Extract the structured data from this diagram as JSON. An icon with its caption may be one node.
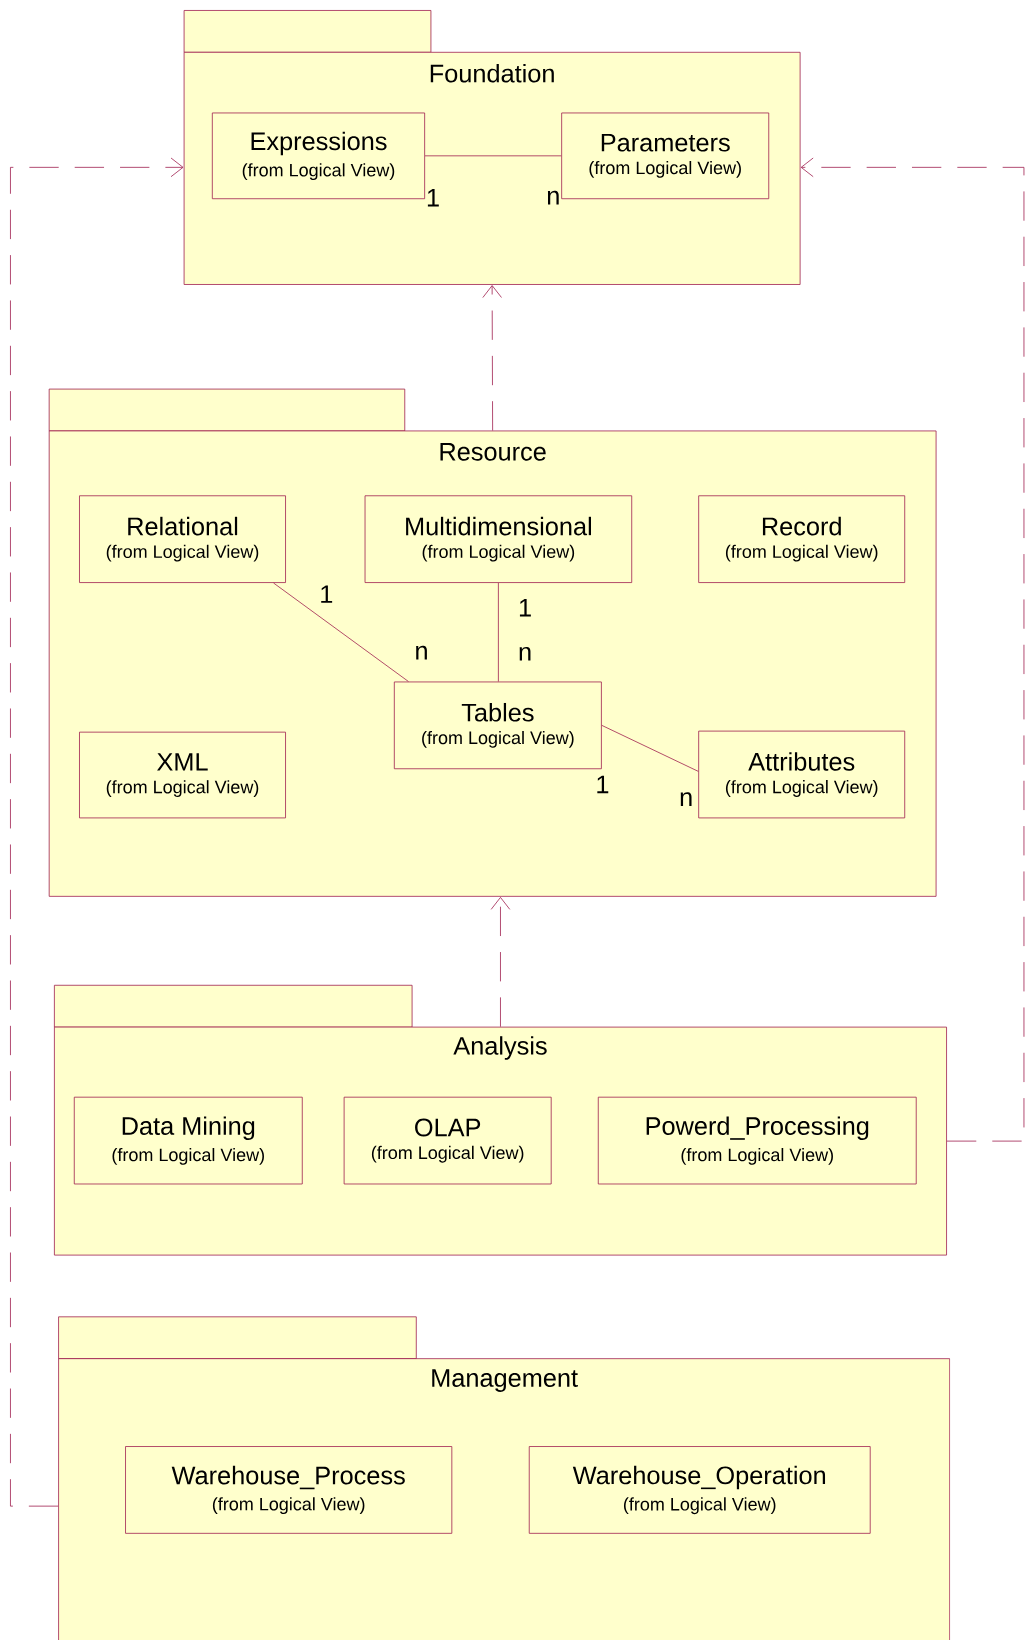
{
  "diagram": {
    "nodes": [
      {
        "text": [
          "Foundation"
        ]
      },
      {
        "text": [
          "Expressions",
          "(from Logical View)"
        ],
        "in": 0
      },
      {
        "text": [
          "Parameters",
          "(from Logical View)"
        ],
        "in": 0
      },
      {
        "text": [
          "Resource"
        ]
      },
      {
        "text": [
          "Relational",
          "(from Logical View)"
        ],
        "in": 3
      },
      {
        "text": [
          "Multidimensional",
          "(from Logical View)"
        ],
        "in": 3
      },
      {
        "text": [
          "Record",
          "(from Logical View)"
        ],
        "in": 3
      },
      {
        "text": [
          "XML",
          "(from Logical View)"
        ],
        "in": 3
      },
      {
        "text": [
          "Tables",
          "(from Logical View)"
        ],
        "in": 3
      },
      {
        "text": [
          "Attributes",
          "(from Logical View)"
        ],
        "in": 3
      },
      {
        "text": [
          "Analysis"
        ]
      },
      {
        "text": [
          "Data Mining",
          "(from Logical View)"
        ],
        "in": 10
      },
      {
        "text": [
          "OLAP",
          "(from Logical View)"
        ],
        "in": 10
      },
      {
        "text": [
          "Powerd_Processing",
          "(from Logical View)"
        ],
        "in": 10
      },
      {
        "text": [
          "Management"
        ]
      },
      {
        "text": [
          "Warehouse_Process",
          "(from Logical View)"
        ],
        "in": 14
      },
      {
        "text": [
          "Warehouse_Operation",
          "(from Logical View)"
        ],
        "in": 14
      }
    ],
    "edges": [
      {
        "from": 1,
        "to": 2,
        "arrow": "none"
      },
      {
        "from": 3,
        "to": 0,
        "arrow": "to",
        "style": "dashed"
      },
      {
        "from": 4,
        "to": 8,
        "arrow": "none"
      },
      {
        "from": 5,
        "to": 8,
        "arrow": "none"
      },
      {
        "from": 8,
        "to": 9,
        "arrow": "none"
      },
      {
        "from": 10,
        "to": 3,
        "arrow": "to",
        "style": "dashed"
      },
      {
        "from": 10,
        "to": 0,
        "arrow": "to",
        "style": "dashed"
      },
      {
        "from": 14,
        "to": 0,
        "arrow": "to",
        "style": "dashed"
      }
    ],
    "labels": [
      "1",
      "n",
      "1",
      "1",
      "n",
      "n",
      "1",
      "n"
    ]
  }
}
